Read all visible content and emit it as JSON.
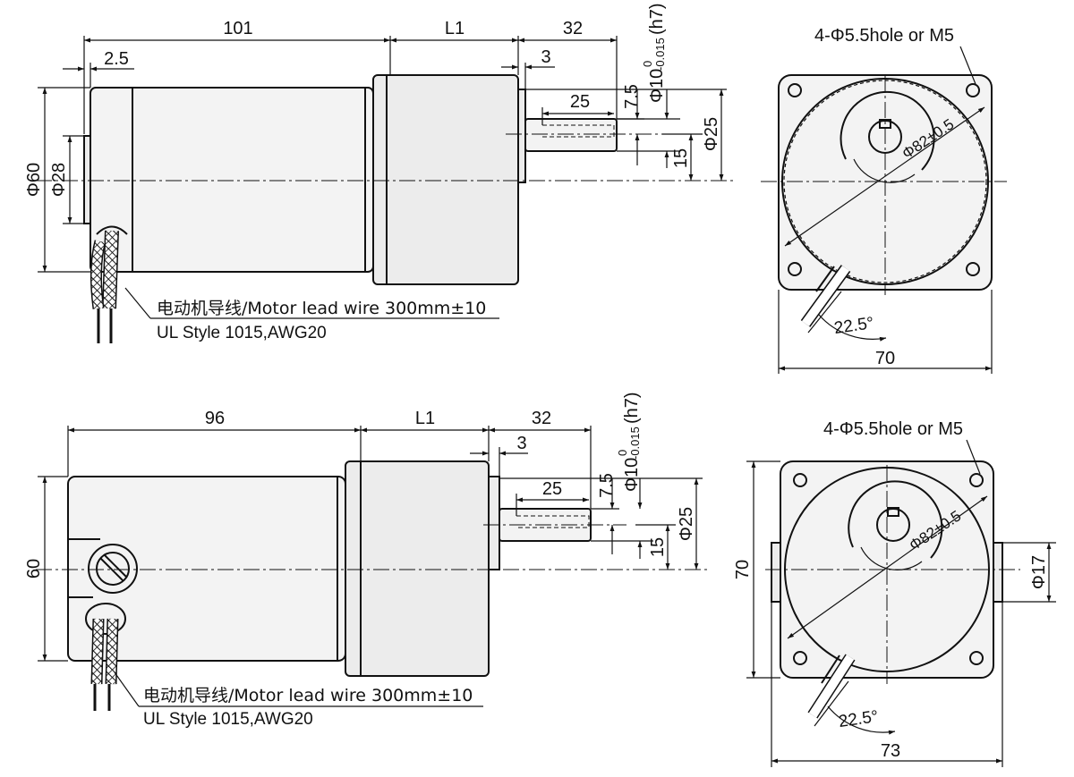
{
  "top_side_view": {
    "dim_length_motor": "101",
    "dim_length_gear": "L1",
    "dim_shaft_length": "32",
    "dim_flange_step": "2.5",
    "dim_shaft_step": "3",
    "dim_key_length": "25",
    "dim_key_height": "7.5",
    "dim_shaft_dia": "Φ10",
    "dim_shaft_tol_upper": "0",
    "dim_shaft_tol_lower": "-0.015",
    "dim_shaft_fit": "(h7)",
    "dim_boss_dia": "Φ25",
    "dim_shaft_offset": "15",
    "dim_body_dia": "Φ60",
    "dim_pilot_dia": "Φ28",
    "lead_wire_label": "电动机导线/Motor lead wire 300mm±10",
    "lead_wire_spec": "UL Style 1015,AWG20"
  },
  "top_front_view": {
    "hole_label": "4-Φ5.5hole or M5",
    "pcd_label": "Φ82±0.5",
    "angle_label": "22.5°",
    "width_label": "70"
  },
  "bottom_side_view": {
    "dim_length_motor": "96",
    "dim_length_gear": "L1",
    "dim_shaft_length": "32",
    "dim_shaft_step": "3",
    "dim_key_length": "25",
    "dim_key_height": "7.5",
    "dim_shaft_dia": "Φ10",
    "dim_shaft_tol_upper": "0",
    "dim_shaft_tol_lower": "-0.015",
    "dim_shaft_fit": "(h7)",
    "dim_boss_dia": "Φ25",
    "dim_shaft_offset": "15",
    "dim_body_height": "60",
    "lead_wire_label": "电动机导线/Motor lead wire 300mm±10",
    "lead_wire_spec": "UL Style 1015,AWG20"
  },
  "bottom_front_view": {
    "hole_label": "4-Φ5.5hole or M5",
    "pcd_label": "Φ82±0.5",
    "angle_label": "22.5°",
    "height_label": "70",
    "width_label": "73",
    "box_dia_label": "Φ17"
  }
}
